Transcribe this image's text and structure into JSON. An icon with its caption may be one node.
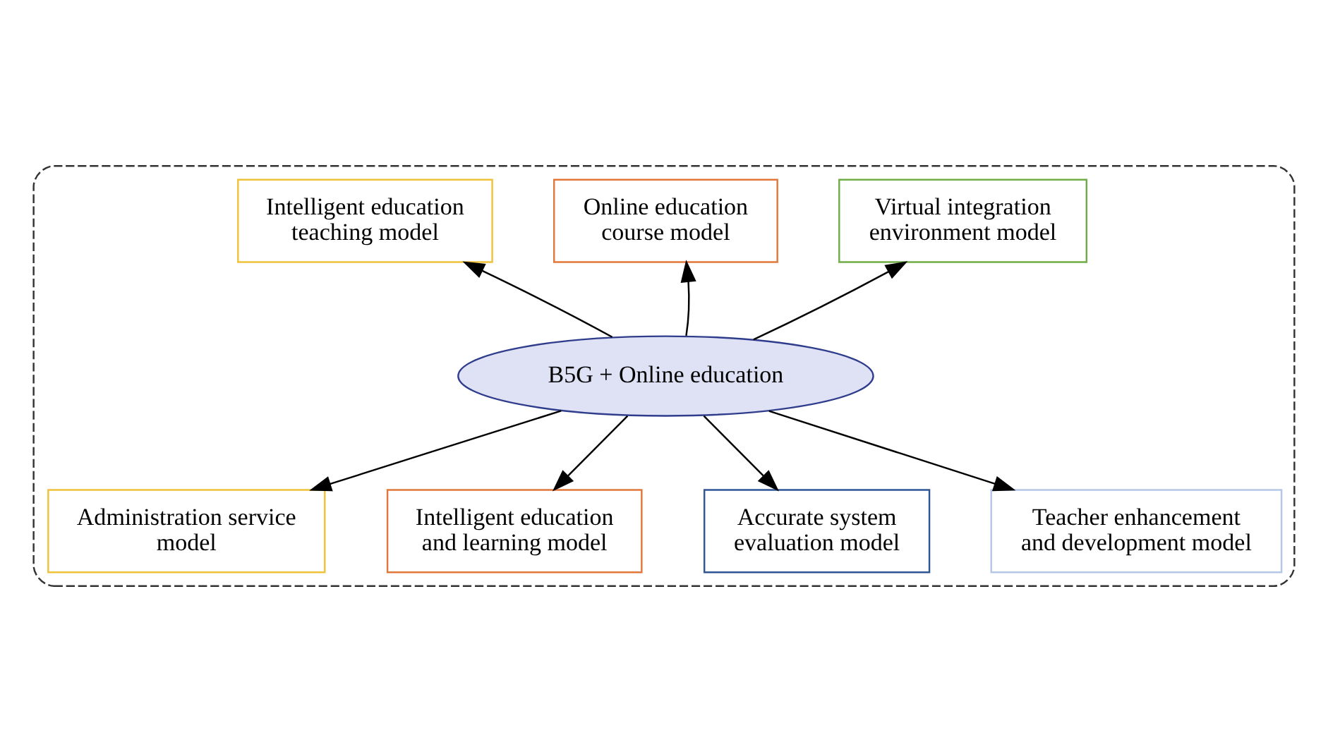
{
  "diagram": {
    "nodes": [
      {
        "text": [],
        "shape": "ellipse"
      },
      {
        "text": [
          "B5G + Online education"
        ],
        "in": 0
      },
      {
        "text": [
          "Virtual integration environment model"
        ],
        "in": 0
      },
      {
        "text": [
          "Online education course model"
        ],
        "in": 0
      },
      {
        "text": [
          "Intelligent education teaching model"
        ],
        "in": 0
      },
      {
        "text": [
          "Administration service model"
        ],
        "in": 0
      },
      {
        "text": [
          "Intelligent education and learning model"
        ],
        "in": 0
      },
      {
        "text": [
          "Accurate system evaluation model"
        ],
        "in": 0
      },
      {
        "text": [
          "Teacher enhancement and development model"
        ],
        "in": 0
      }
    ],
    "edges": [
      {
        "from": 1,
        "to": 2,
        "arrow": "to"
      },
      {
        "from": 1,
        "to": 3,
        "arrow": "to"
      },
      {
        "from": 1,
        "to": 4,
        "arrow": "to"
      },
      {
        "from": 1,
        "to": 5,
        "arrow": "to"
      },
      {
        "from": 1,
        "to": 6,
        "arrow": "to"
      },
      {
        "from": 1,
        "to": 7,
        "arrow": "to"
      },
      {
        "from": 1,
        "to": 8,
        "arrow": "to"
      }
    ]
  }
}
